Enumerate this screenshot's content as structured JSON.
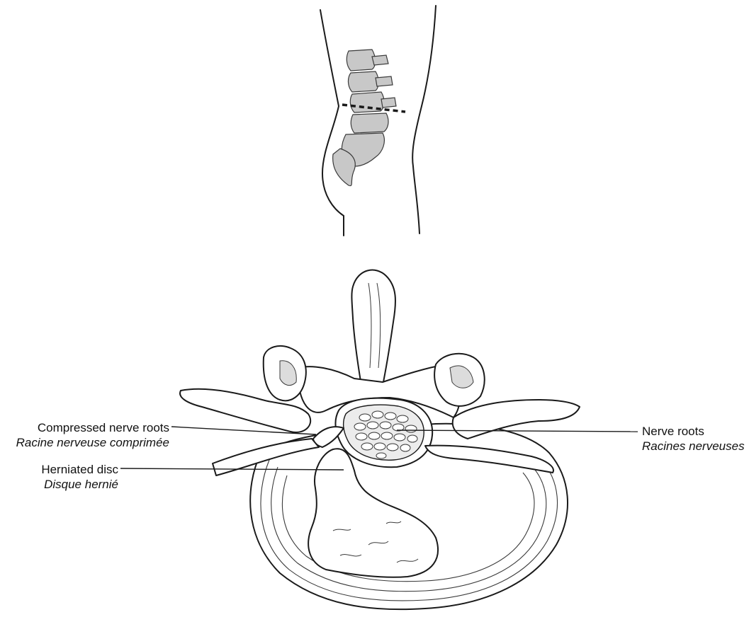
{
  "labels": {
    "compressed_nerve_roots": {
      "en": "Compressed nerve roots",
      "fr": "Racine nerveuse comprimée"
    },
    "herniated_disc": {
      "en": "Herniated disc",
      "fr": "Disque hernié"
    },
    "nerve_roots": {
      "en": "Nerve roots",
      "fr": "Racines nerveuses"
    }
  },
  "colors": {
    "line": "#1a1a1a",
    "bone_fill": "#ffffff",
    "spine_shade": "#c8c8c8",
    "canal_fill": "#e6e6e6"
  }
}
